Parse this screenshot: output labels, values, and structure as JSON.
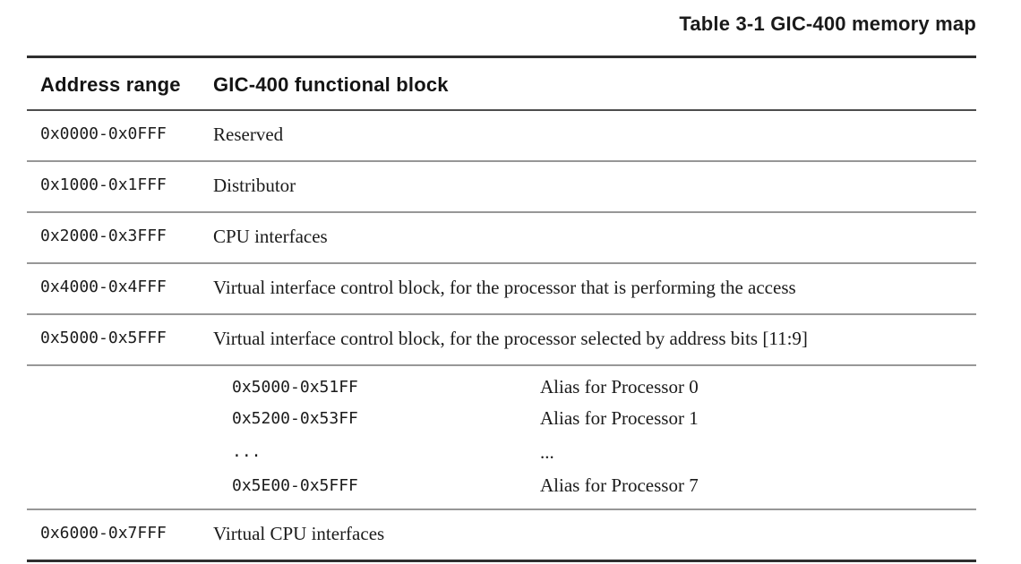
{
  "title": "Table 3-1 GIC-400 memory map",
  "table": {
    "columns": [
      "Address range",
      "GIC-400 functional block"
    ],
    "rows": [
      {
        "address": "0x0000-0x0FFF",
        "block": "Reserved"
      },
      {
        "address": "0x1000-0x1FFF",
        "block": "Distributor"
      },
      {
        "address": "0x2000-0x3FFF",
        "block": "CPU interfaces"
      },
      {
        "address": "0x4000-0x4FFF",
        "block": "Virtual interface control block, for the processor that is performing the access"
      },
      {
        "address": "0x5000-0x5FFF",
        "block": "Virtual interface control block, for the processor selected by address bits [11:9]"
      },
      {
        "address": "",
        "block": "",
        "subrows": [
          {
            "address": "0x5000-0x51FF",
            "alias": "Alias for Processor 0"
          },
          {
            "address": "0x5200-0x53FF",
            "alias": "Alias for Processor 1"
          },
          {
            "address": "...",
            "alias": "..."
          },
          {
            "address": "0x5E00-0x5FFF",
            "alias": "Alias for Processor 7"
          }
        ]
      },
      {
        "address": "0x6000-0x7FFF",
        "block": "Virtual CPU interfaces"
      }
    ]
  },
  "colors": {
    "background": "#ffffff",
    "text": "#1b1b1b",
    "rule_dark": "#2f2f2f",
    "rule_header": "#4d4d4d",
    "rule_separator": "#979797"
  }
}
